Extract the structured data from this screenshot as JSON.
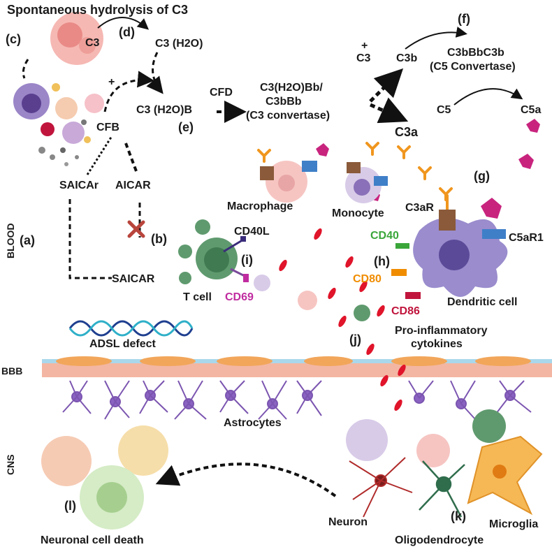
{
  "title": "Spontaneous hydrolysis of C3",
  "panels": {
    "a": "(a)",
    "b": "(b)",
    "c": "(c)",
    "d": "(d)",
    "e": "(e)",
    "f": "(f)",
    "g": "(g)",
    "h": "(h)",
    "i": "(i)",
    "j": "(j)",
    "k": "(k)",
    "l": "(l)"
  },
  "molecules": {
    "c3": "C3",
    "c3h2o": "C3 (H2O)",
    "c3h2ob": "C3 (H2O)B",
    "plus": "+",
    "cfb": "CFB",
    "cfd": "CFD",
    "saicar_r": "SAICAr",
    "aicar": "AICAR",
    "saicar": "SAICAR",
    "c3_conv_line1": "C3(H2O)Bb/",
    "c3_conv_line2": "C3bBb",
    "c3_conv_line3": "(C3 convertase)",
    "plus2": "+",
    "c3_again": "C3",
    "c3b": "C3b",
    "c5conv_line1": "C3bBbC3b",
    "c5conv_line2": "(C5 Convertase)",
    "c5": "C5",
    "c5a": "C5a",
    "c3a": "C3a",
    "c3ar": "C3aR",
    "c5ar1": "C5aR1"
  },
  "cells": {
    "macrophage": "Macrophage",
    "monocyte": "Monocyte",
    "dendritic": "Dendritic cell",
    "tcell": "T cell",
    "astrocytes": "Astrocytes",
    "neuron": "Neuron",
    "oligodendrocyte": "Oligodendrocyte",
    "microglia": "Microglia"
  },
  "markers": {
    "cd40l": "CD40L",
    "cd40": "CD40",
    "cd80": "CD80",
    "cd86": "CD86",
    "cd69": "CD69"
  },
  "captions": {
    "adsl": "ADSL defect",
    "cytokines_line1": "Pro-inflammatory",
    "cytokines_line2": "cytokines",
    "death": "Neuronal cell death"
  },
  "regions": {
    "blood": "BLOOD",
    "bbb": "BBB",
    "cns": "CNS"
  },
  "colors": {
    "cd40": "#3aa63a",
    "cd80": "#f08c00",
    "cd86": "#c0143c",
    "cd69": "#c02ca0",
    "rbc": "#e0142a",
    "c5a": "#c8247e",
    "c3a": "#f0961e"
  }
}
